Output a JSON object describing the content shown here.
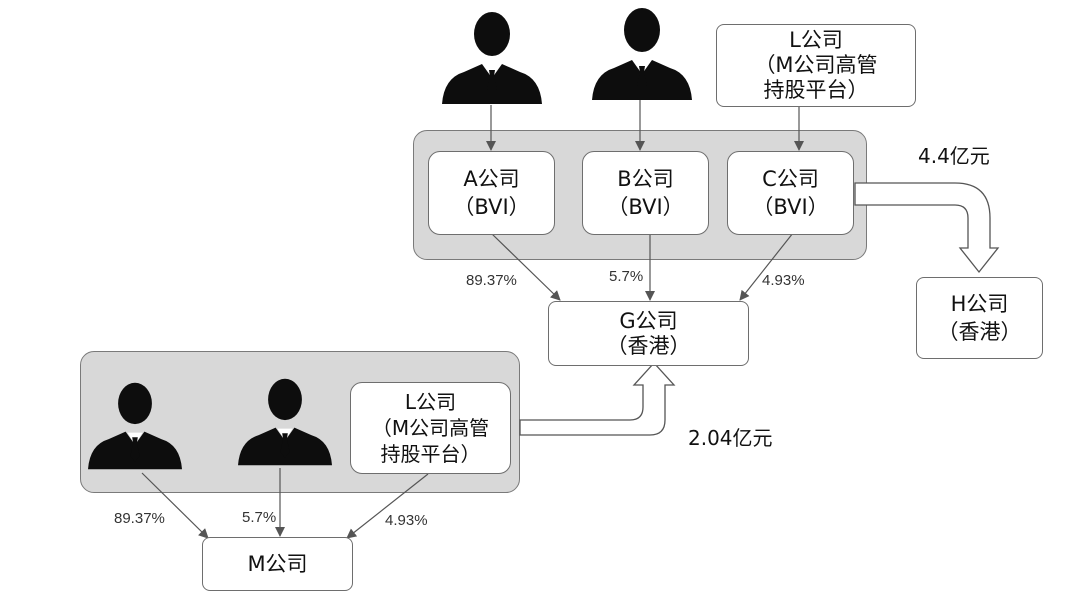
{
  "upper_structure": {
    "shareholder_l": {
      "line1": "L公司",
      "line2": "（M公司高管",
      "line3": "持股平台）"
    },
    "entity_a": {
      "name": "A公司",
      "type": "（BVI）"
    },
    "entity_b": {
      "name": "B公司",
      "type": "（BVI）"
    },
    "entity_c": {
      "name": "C公司",
      "type": "（BVI）"
    },
    "entity_g": {
      "name": "G公司",
      "type": "（香港）"
    },
    "entity_h": {
      "name": "H公司",
      "type": "（香港）"
    },
    "pct_a_to_g": "89.37%",
    "pct_b_to_g": "5.7%",
    "pct_c_to_g": "4.93%",
    "transfer_c_to_h": "4.4亿元"
  },
  "lower_structure": {
    "shareholder_l": {
      "line1": "L公司",
      "line2": "（M公司高管",
      "line3": "持股平台）"
    },
    "entity_m": {
      "name": "M公司"
    },
    "pct_p1_to_m": "89.37%",
    "pct_p2_to_m": "5.7%",
    "pct_l_to_m": "4.93%",
    "transfer_to_g": "2.04亿元"
  },
  "colors": {
    "group_fill": "#d8d8d8",
    "border": "#6e6e6e",
    "person": "#0d0d0d"
  },
  "icons": [
    "person-icon",
    "arrow-icon",
    "block-arrow-icon"
  ]
}
